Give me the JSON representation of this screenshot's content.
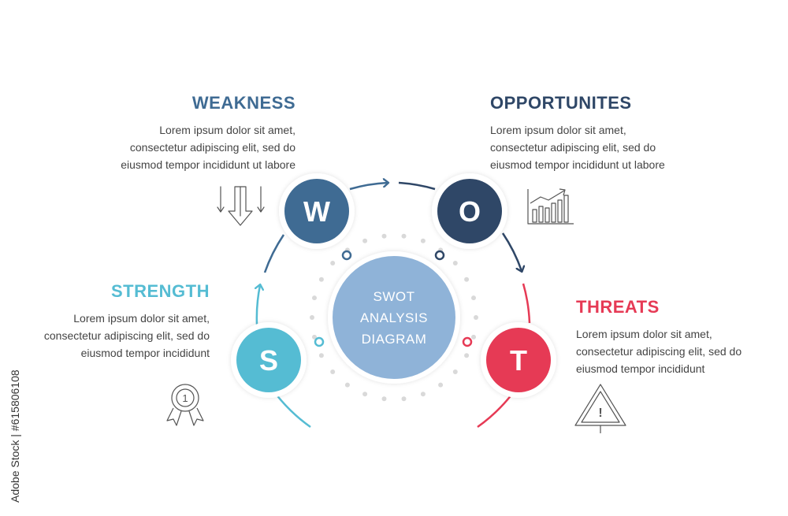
{
  "colors": {
    "weakness": "#3f6b93",
    "opportunities": "#2f4767",
    "strength": "#55bcd3",
    "threats": "#e63a55",
    "center": "#8fb3d8",
    "text": "#444444"
  },
  "weakness": {
    "title": "WEAKNESS",
    "lines": [
      "Lorem ipsum dolor sit amet,",
      "consectetur adipiscing elit, sed do",
      "eiusmod tempor incididunt ut labore"
    ],
    "letter": "W",
    "icon": "down-arrows-icon"
  },
  "opportunities": {
    "title": "OPPORTUNITES",
    "lines": [
      "Lorem ipsum dolor sit amet,",
      "consectetur adipiscing elit, sed do",
      "eiusmod tempor incididunt ut labore"
    ],
    "letter": "O",
    "icon": "growth-chart-icon"
  },
  "strength": {
    "title": "STRENGTH",
    "lines": [
      "Lorem ipsum dolor sit amet,",
      "consectetur adipiscing elit, sed do",
      "eiusmod tempor incididunt"
    ],
    "letter": "S",
    "icon": "medal-icon",
    "medal_number": "1"
  },
  "threats": {
    "title": "THREATS",
    "lines": [
      "Lorem ipsum dolor sit amet,",
      "consectetur adipiscing elit, sed do",
      "eiusmod tempor incididunt"
    ],
    "letter": "T",
    "icon": "warning-icon",
    "warning_mark": "!"
  },
  "center": {
    "lines": [
      "SWOT",
      "ANALYSIS",
      "DIAGRAM"
    ]
  },
  "stock_id": "Adobe Stock | #615806108"
}
